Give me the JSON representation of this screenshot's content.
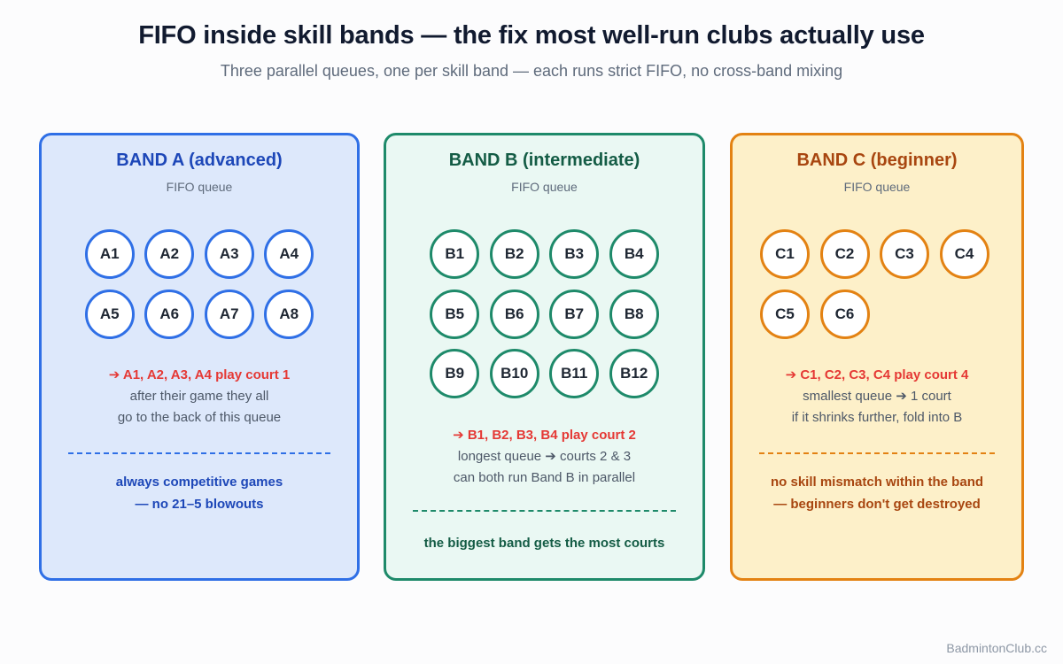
{
  "title": "FIFO inside skill bands — the fix most well-run clubs actually use",
  "subtitle": "Three parallel queues, one per skill band — each runs strict FIFO, no cross-band mixing",
  "colors": {
    "band_a_border": "#2f6fe6",
    "band_a_bg": "#dde8fb",
    "band_a_title": "#1d47b8",
    "band_b_border": "#1e8a6a",
    "band_b_bg": "#eaf8f3",
    "band_b_title": "#145c45",
    "band_c_border": "#e38213",
    "band_c_bg": "#fdf0c9",
    "band_c_title": "#a84610",
    "assign_text": "#e53935"
  },
  "bands": {
    "a": {
      "title": "BAND A (advanced)",
      "subtitle": "FIFO queue",
      "players": [
        "A1",
        "A2",
        "A3",
        "A4",
        "A5",
        "A6",
        "A7",
        "A8"
      ],
      "assignment": "➔ A1, A2, A3, A4 play court 1",
      "notes": [
        "after their game they all",
        "go to the back of this queue"
      ],
      "footer": [
        "always competitive games",
        "— no 21–5 blowouts"
      ]
    },
    "b": {
      "title": "BAND B (intermediate)",
      "subtitle": "FIFO queue",
      "players": [
        "B1",
        "B2",
        "B3",
        "B4",
        "B5",
        "B6",
        "B7",
        "B8",
        "B9",
        "B10",
        "B11",
        "B12"
      ],
      "assignment": "➔ B1, B2, B3, B4 play court 2",
      "notes": [
        "longest queue ➔ courts 2 & 3",
        "can both run Band B in parallel"
      ],
      "footer": [
        "the biggest band gets the most courts"
      ]
    },
    "c": {
      "title": "BAND C (beginner)",
      "subtitle": "FIFO queue",
      "players": [
        "C1",
        "C2",
        "C3",
        "C4",
        "C5",
        "C6"
      ],
      "assignment": "➔ C1, C2, C3, C4 play court 4",
      "notes": [
        "smallest queue ➔ 1 court",
        "if it shrinks further, fold into B"
      ],
      "footer": [
        "no skill mismatch within the band",
        "— beginners don't get destroyed"
      ]
    }
  },
  "watermark": "BadmintonClub.cc"
}
